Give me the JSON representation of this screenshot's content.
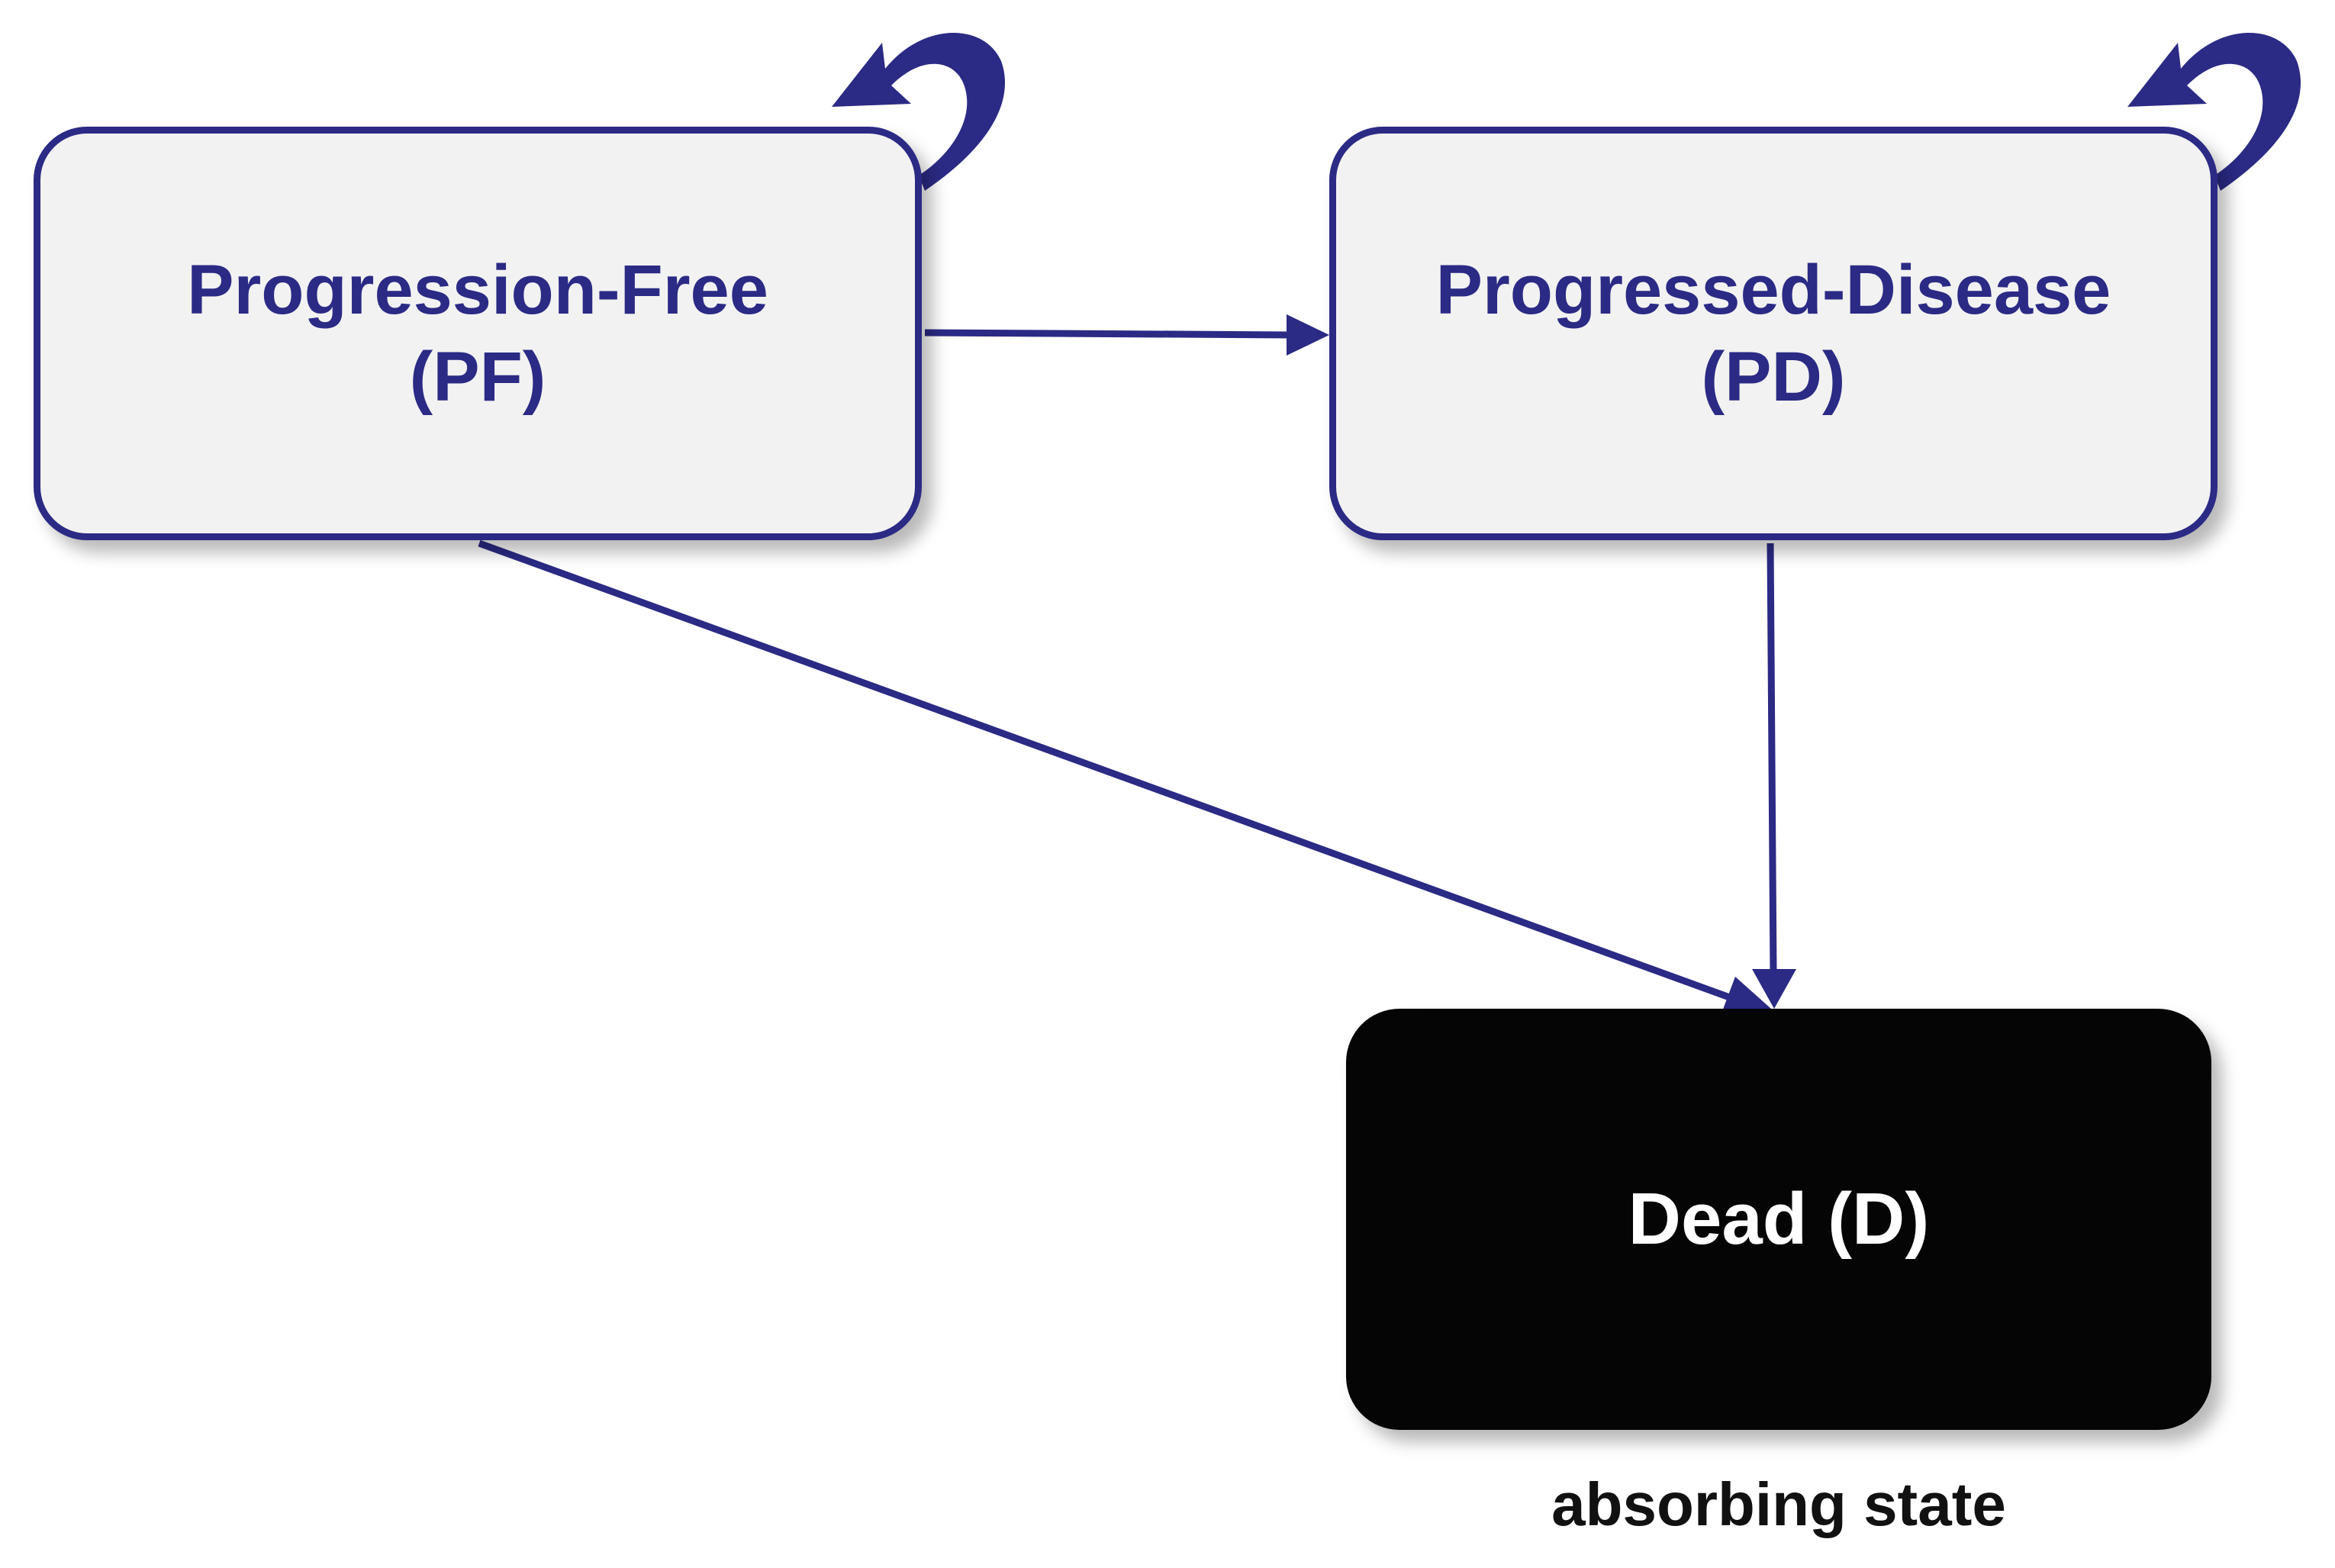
{
  "diagram": {
    "colors": {
      "accent": "#2b2a85",
      "state_fill": "#f2f2f2",
      "absorbing_fill": "#050505",
      "absorbing_text": "#ffffff"
    },
    "states": {
      "pf": {
        "name": "Progression-Free",
        "abbr": "(PF)"
      },
      "pd": {
        "name": "Progressed-Disease",
        "abbr": "(PD)"
      },
      "dead": {
        "label": "Dead (D)",
        "caption": "absorbing state"
      }
    },
    "transitions": [
      {
        "from": "PF",
        "to": "PF",
        "kind": "self-loop"
      },
      {
        "from": "PF",
        "to": "PD",
        "kind": "arrow"
      },
      {
        "from": "PF",
        "to": "D",
        "kind": "arrow"
      },
      {
        "from": "PD",
        "to": "PD",
        "kind": "self-loop"
      },
      {
        "from": "PD",
        "to": "D",
        "kind": "arrow"
      }
    ]
  }
}
